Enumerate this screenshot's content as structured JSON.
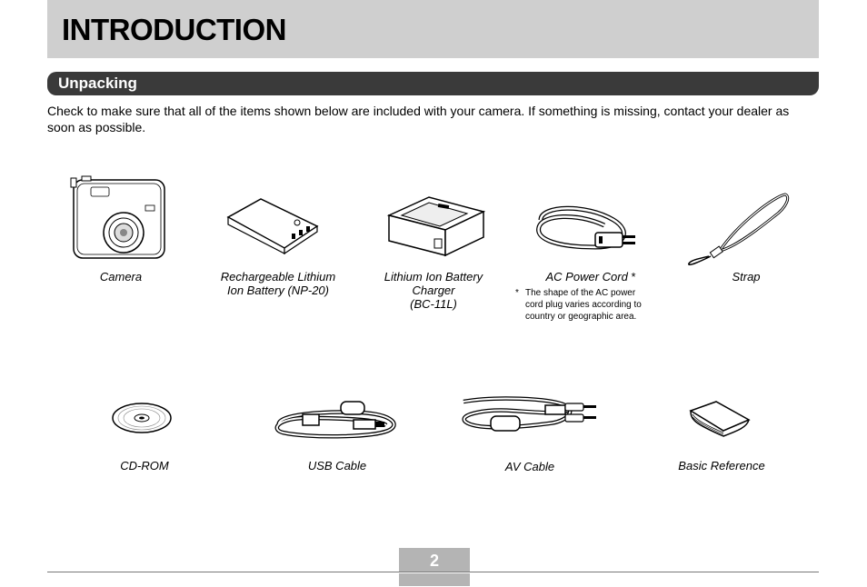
{
  "header": {
    "title": "INTRODUCTION"
  },
  "section": {
    "title": "Unpacking"
  },
  "intro": "Check to make sure that all of the items shown below are included with your camera. If something is missing, contact your dealer as soon as possible.",
  "items": [
    {
      "label": "Camera"
    },
    {
      "label_line1": "Rechargeable Lithium",
      "label_line2": "Ion Battery (NP-20)"
    },
    {
      "label_line1": "Lithium Ion Battery",
      "label_line2": "Charger",
      "label_line3": "(BC-11L)"
    },
    {
      "label": "AC Power Cord",
      "asterisk": "*"
    },
    {
      "label": "Strap"
    },
    {
      "label": "CD-ROM"
    },
    {
      "label": "USB Cable"
    },
    {
      "label": "AV Cable"
    },
    {
      "label": "Basic Reference"
    }
  ],
  "note": {
    "mark": "*",
    "line1": "The shape of the AC power",
    "line2": "cord plug varies according to",
    "line3": "country or geographic area."
  },
  "footer": {
    "page_number": "2"
  }
}
